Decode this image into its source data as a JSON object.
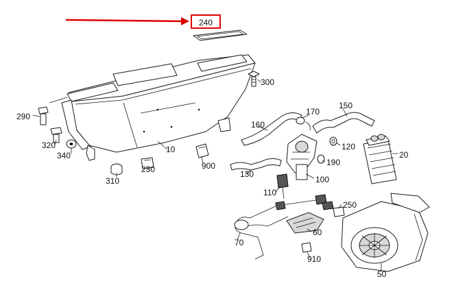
{
  "diagram": {
    "highlight_color": "#e00000",
    "highlighted_part": "240",
    "callouts": [
      {
        "id": "p240",
        "label": "240"
      },
      {
        "id": "p300",
        "label": "300"
      },
      {
        "id": "p290",
        "label": "290"
      },
      {
        "id": "p170",
        "label": "170"
      },
      {
        "id": "p150",
        "label": "150"
      },
      {
        "id": "p160",
        "label": "160"
      },
      {
        "id": "p320",
        "label": "320"
      },
      {
        "id": "p340",
        "label": "340"
      },
      {
        "id": "p10",
        "label": "10"
      },
      {
        "id": "p120",
        "label": "120"
      },
      {
        "id": "p20",
        "label": "20"
      },
      {
        "id": "p900",
        "label": "900"
      },
      {
        "id": "p190",
        "label": "190"
      },
      {
        "id": "p230",
        "label": "230"
      },
      {
        "id": "p130",
        "label": "130"
      },
      {
        "id": "p100",
        "label": "100"
      },
      {
        "id": "p310",
        "label": "310"
      },
      {
        "id": "p110",
        "label": "110"
      },
      {
        "id": "p250",
        "label": "250"
      },
      {
        "id": "p60",
        "label": "60"
      },
      {
        "id": "p70",
        "label": "70"
      },
      {
        "id": "p910",
        "label": "910"
      },
      {
        "id": "p50",
        "label": "50"
      }
    ]
  }
}
